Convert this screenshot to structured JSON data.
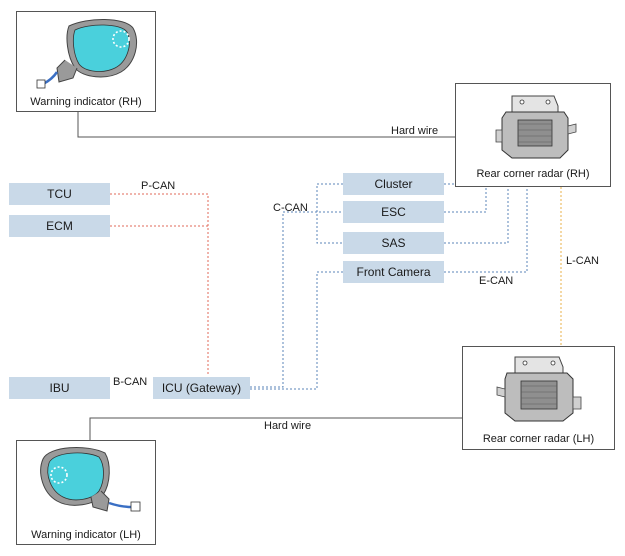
{
  "modules": {
    "tcu": "TCU",
    "ecm": "ECM",
    "ibu": "IBU",
    "icu": "ICU (Gateway)",
    "cluster": "Cluster",
    "esc": "ESC",
    "sas": "SAS",
    "front_camera": "Front Camera"
  },
  "components": {
    "warning_indicator_rh": "Warning indicator (RH)",
    "warning_indicator_lh": "Warning indicator (LH)",
    "rear_corner_radar_rh": "Rear corner radar (RH)",
    "rear_corner_radar_lh": "Rear corner radar (LH)"
  },
  "bus_labels": {
    "p_can": "P-CAN",
    "b_can": "B-CAN",
    "c_can": "C-CAN",
    "e_can": "E-CAN",
    "l_can": "L-CAN",
    "hard_wire_top": "Hard wire",
    "hard_wire_bottom": "Hard wire"
  },
  "colors": {
    "p_can": "#e06a5a",
    "c_can": "#5b86b8",
    "l_can": "#e8b04a",
    "hard_wire": "#555555",
    "module_fill": "#c9d9e8",
    "mirror_glass": "#4ad0dc"
  }
}
